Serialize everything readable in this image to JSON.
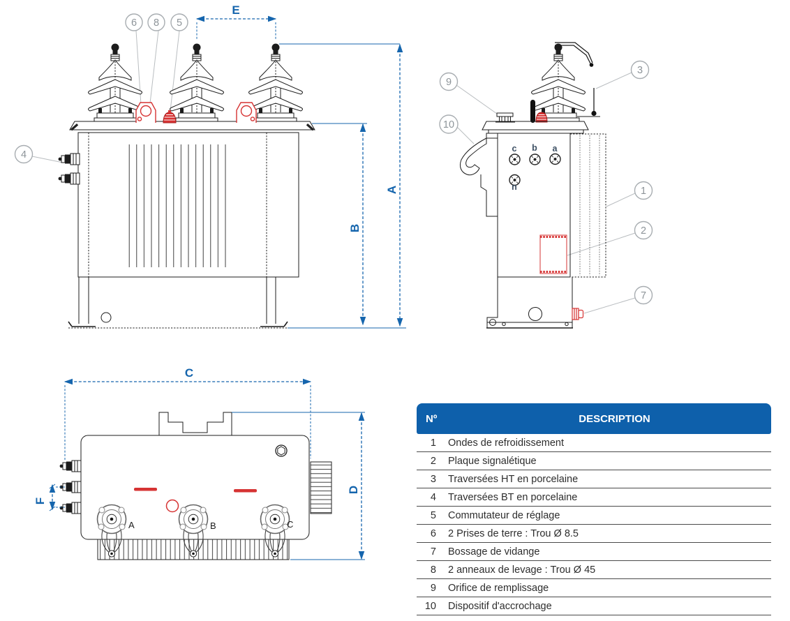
{
  "colors": {
    "dimension_blue": "#1565ad",
    "table_header_blue": "#0e60ab",
    "highlight_red": "#d63333",
    "line_black": "#1c1c1c",
    "callout_gray": "#8d9499"
  },
  "front_view": {
    "dim_e": "E",
    "dim_a": "A",
    "dim_b": "B",
    "callout_6": "6",
    "callout_8": "8",
    "callout_5": "5",
    "callout_4": "4"
  },
  "side_view": {
    "callout_9": "9",
    "callout_10": "10",
    "callout_3": "3",
    "callout_1": "1",
    "callout_2": "2",
    "callout_7": "7",
    "terminal_c": "c",
    "terminal_b": "b",
    "terminal_a": "a",
    "terminal_n": "n"
  },
  "top_view": {
    "dim_c": "C",
    "dim_d": "D",
    "dim_f": "F",
    "phase_a": "A",
    "phase_b": "B",
    "phase_c": "C"
  },
  "table": {
    "header_num": "Nº",
    "header_desc": "DESCRIPTION",
    "rows": [
      {
        "num": "1",
        "desc": "Ondes de refroidissement"
      },
      {
        "num": "2",
        "desc": "Plaque signalétique"
      },
      {
        "num": "3",
        "desc": "Traversées HT en porcelaine"
      },
      {
        "num": "4",
        "desc": "Traversées BT en porcelaine"
      },
      {
        "num": "5",
        "desc": "Commutateur de réglage"
      },
      {
        "num": "6",
        "desc": "2 Prises de terre : Trou Ø 8.5"
      },
      {
        "num": "7",
        "desc": "Bossage de vidange"
      },
      {
        "num": "8",
        "desc": "2 anneaux de levage : Trou Ø 45"
      },
      {
        "num": "9",
        "desc": "Orifice de remplissage"
      },
      {
        "num": "10",
        "desc": "Dispositif d'accrochage"
      }
    ]
  }
}
